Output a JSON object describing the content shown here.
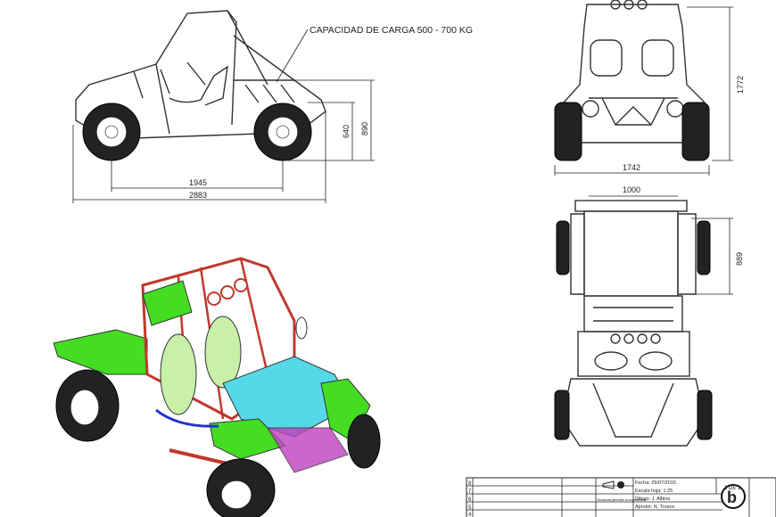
{
  "annotation": "CAPACIDAD DE CARGA 500 - 700 KG",
  "dimensions": {
    "side_wheelbase": "1945",
    "side_length": "2883",
    "side_height_low": "640",
    "side_height_high": "890",
    "front_height": "1772",
    "front_width": "1742",
    "top_width": "1000",
    "top_section": "889"
  },
  "title_block": {
    "rows": [
      "8",
      "7",
      "6",
      "5",
      "4"
    ],
    "date": "Fecha: 29/07/2015",
    "scale": "Escala hoja: 1:25",
    "sheet": "1 DE 1",
    "drawn": "Dibujo: J. Albino",
    "approved": "Aprobó: N. Trosce",
    "tolerance": "Tolerancias generales no especificadas",
    "logo": "b"
  },
  "colors": {
    "green": "#44dd22",
    "cyan": "#55d8e8",
    "frame": "#c0392b",
    "magenta": "#c040c0",
    "blue": "#2233cc"
  }
}
